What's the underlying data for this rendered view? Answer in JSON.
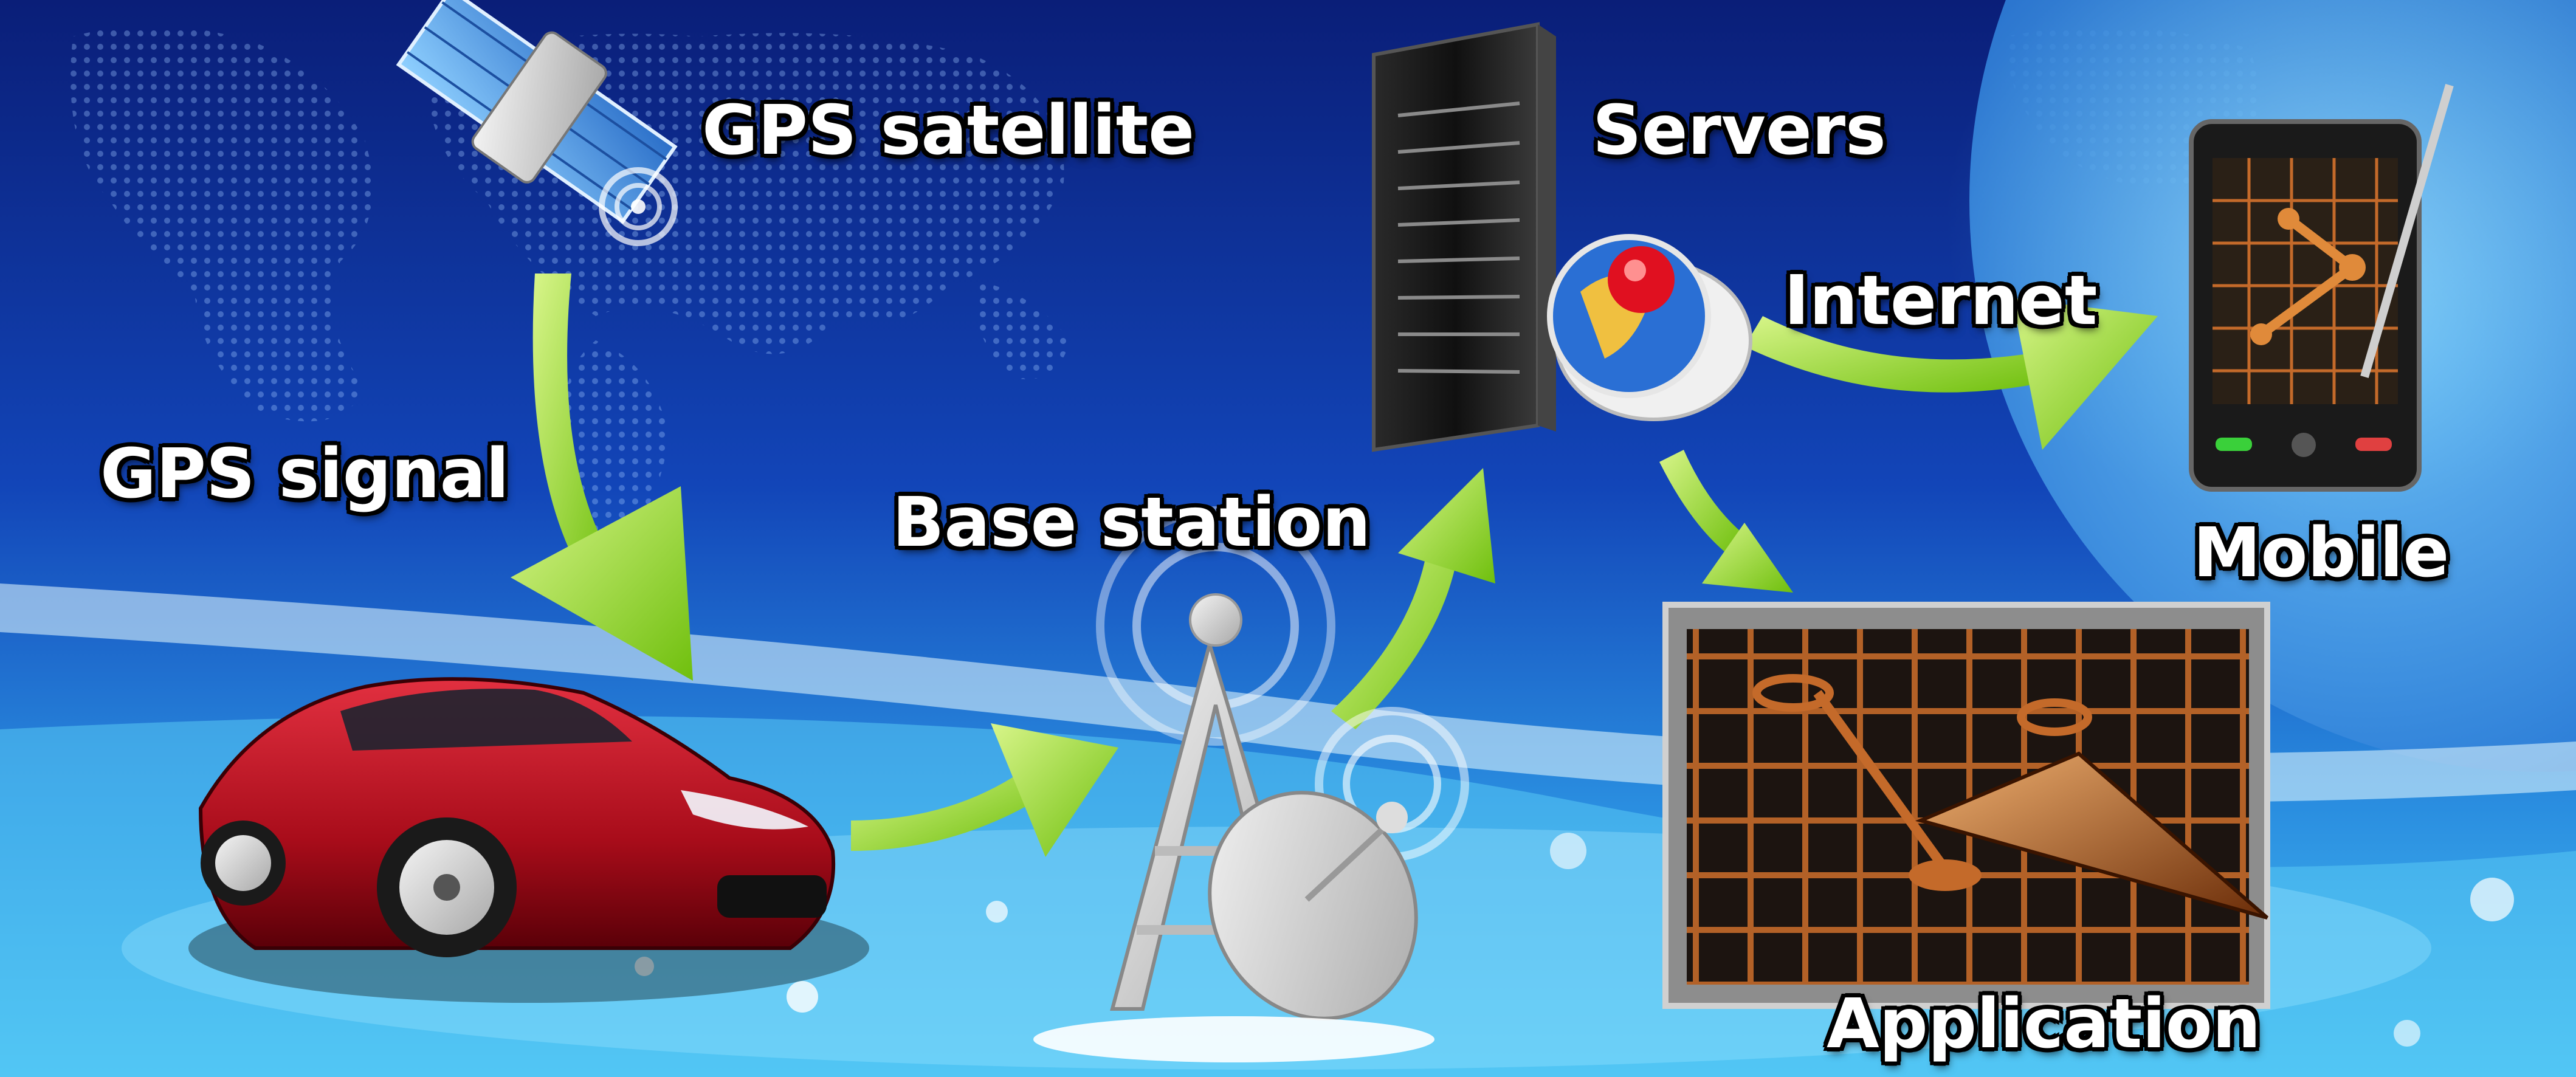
{
  "labels": {
    "gps_satellite": "GPS satellite",
    "gps_signal": "GPS signal",
    "servers": "Servers",
    "internet": "Internet",
    "base_station": "Base station",
    "mobile": "Mobile",
    "application": "Application"
  },
  "colors": {
    "background_dark": "#081c6e",
    "background_light": "#49b6f0",
    "arrow_green": "#8fd21a",
    "car_red": "#b0101e",
    "grid_orange": "#c46a2a"
  }
}
